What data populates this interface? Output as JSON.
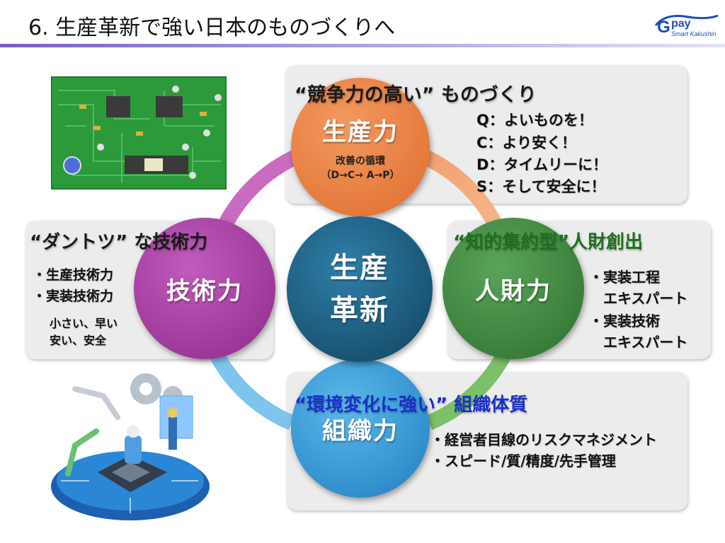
{
  "slide": {
    "title": "6. 生産革新で強い日本のものづくりへ"
  },
  "logo": {
    "mark": "G",
    "name": "pay",
    "tagline": "Smart Kakushin"
  },
  "center": {
    "line1": "生産",
    "line2": "革新"
  },
  "production": {
    "heading": "“競争力の高い” ものづくり",
    "circle_label": "生産力",
    "cycle_label": "改善の循環",
    "cycle_flow": "（D→C→ A→P）",
    "qcds": [
      "Q：よいものを！",
      "C：より安く！",
      "D：タイムリーに！",
      "S：そして安全に！"
    ],
    "color": "#ea7c3c"
  },
  "technology": {
    "heading": "“ダントツ” な技術力",
    "circle_label": "技術力",
    "bullets": [
      "・生産技術力",
      "・実装技術力"
    ],
    "notes": [
      "小さい、早い",
      "安い、安全"
    ],
    "color": "#a43b9e"
  },
  "human": {
    "heading": "“知的集約型”人財創出",
    "circle_label": "人財力",
    "bullets": [
      "・実装工程",
      "　エキスパート",
      "・実装技術",
      "　エキスパート"
    ],
    "color": "#3d8c3d"
  },
  "organization": {
    "heading": "“環境変化に強い” 組織体質",
    "circle_label": "組織力",
    "bullets": [
      "・経営者目線のリスクマネジメント",
      "・スピード/質/精度/先手管理"
    ],
    "color": "#2a96d4"
  },
  "icons": {
    "pcb": "circuit-board-image",
    "factory": "robot-factory-image"
  }
}
